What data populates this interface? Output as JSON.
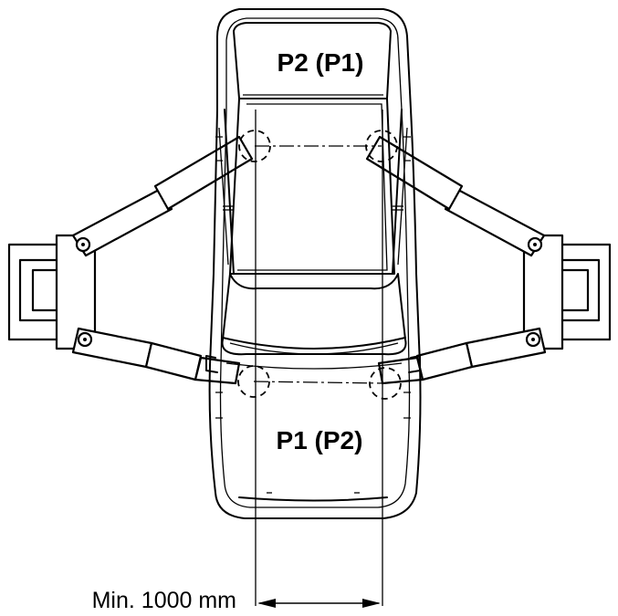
{
  "labels": {
    "rear_points": "P2 (P1)",
    "front_points": "P1 (P2)",
    "min_width": "Min. 1000 mm"
  },
  "colors": {
    "line": "#000000",
    "background": "#ffffff",
    "window_fill": "#dcdcdc"
  }
}
